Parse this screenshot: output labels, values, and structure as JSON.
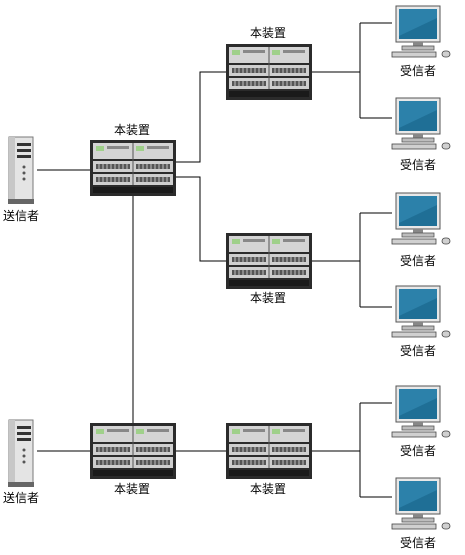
{
  "labels": {
    "device": "本装置",
    "sender": "送信者",
    "receiver": "受信者"
  },
  "colors": {
    "line": "#000000",
    "chassis_dark": "#2b2b2b",
    "panel": "#d9d9d9",
    "screen": "#1f6f96",
    "monitor_body": "#e8e8e8"
  },
  "icons": {
    "device": "network-device-rack-icon",
    "sender": "server-tower-icon",
    "receiver": "desktop-monitor-icon"
  }
}
